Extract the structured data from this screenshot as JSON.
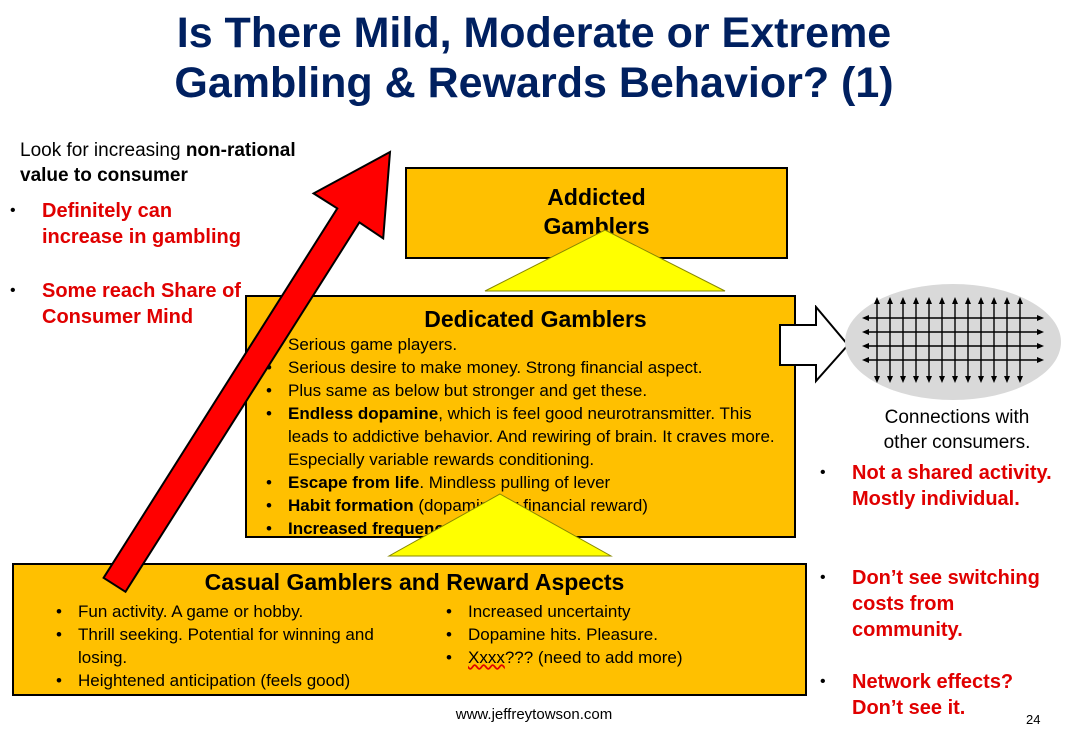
{
  "title": {
    "line1": "Is There Mild, Moderate or Extreme",
    "line2": "Gambling & Rewards Behavior? (1)"
  },
  "intro": {
    "prefix": "Look for increasing ",
    "bold": "non-rational value to consumer"
  },
  "left_bullets": [
    "Definitely can increase in gambling",
    "Some reach Share of Consumer Mind"
  ],
  "addicted": {
    "title_line1": "Addicted",
    "title_line2": "Gamblers"
  },
  "dedicated": {
    "title": "Dedicated Gamblers",
    "items": {
      "i0": "Serious game players.",
      "i1": "Serious desire to make money. Strong financial aspect.",
      "i2": "Plus same as below but stronger and get these.",
      "i3_bold": "Endless dopamine",
      "i3_rest": ", which is feel good neurotransmitter. This leads to addictive behavior. And rewiring of brain. It craves more. Especially variable rewards conditioning.",
      "i4_bold": "Escape from life",
      "i4_rest": ". Mindless pulling of lever",
      "i5_bold": "Habit formation",
      "i5_rest": " (dopamine or financial reward)",
      "i6_bold": "Increased frequency of playing."
    }
  },
  "casual": {
    "title": "Casual Gamblers and Reward Aspects",
    "left_items": [
      "Fun activity. A game or hobby.",
      "Thrill seeking. Potential for winning and losing.",
      "Heightened anticipation (feels good)"
    ],
    "right_items": {
      "r0": "Increased uncertainty",
      "r1": "Dopamine hits. Pleasure.",
      "r2_underlined": "Xxxx",
      "r2_rest": "??? (need to add more)"
    }
  },
  "connections_label": "Connections with other consumers.",
  "right_bullets": [
    "Not a shared activity. Mostly individual.",
    "Don’t see switching costs from community.",
    "Network effects? Don’t see it."
  ],
  "footer": "www.jeffreytowson.com",
  "page_number": "24",
  "colors": {
    "title": "#002060",
    "box_fill": "#ffc000",
    "red_text": "#e00000",
    "arrow_fill": "#ff0000",
    "triangle_fill": "#ffff00",
    "network_oval": "#d9d9d9"
  },
  "icons": [
    "up-arrow-icon",
    "right-arrow-icon",
    "network-grid-icon"
  ]
}
